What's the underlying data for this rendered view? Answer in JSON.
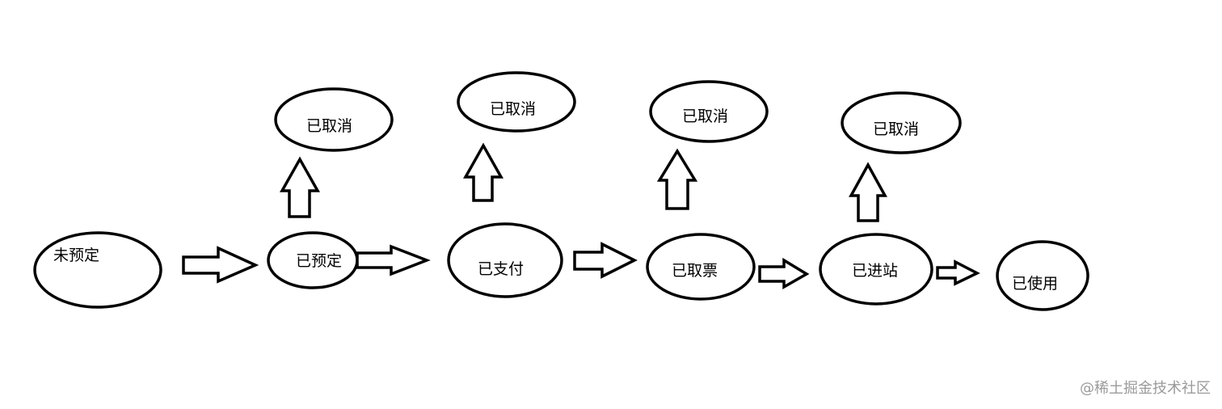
{
  "diagram": {
    "nodes": {
      "unbooked": "未预定",
      "booked": "已预定",
      "paid": "已支付",
      "ticket_collected": "已取票",
      "entered_station": "已进站",
      "used": "已使用",
      "cancel_after_booked": "已取消",
      "cancel_after_paid": "已取消",
      "cancel_after_collected": "已取消",
      "cancel_after_entered": "已取消"
    }
  },
  "watermark": "@稀土掘金技术社区"
}
